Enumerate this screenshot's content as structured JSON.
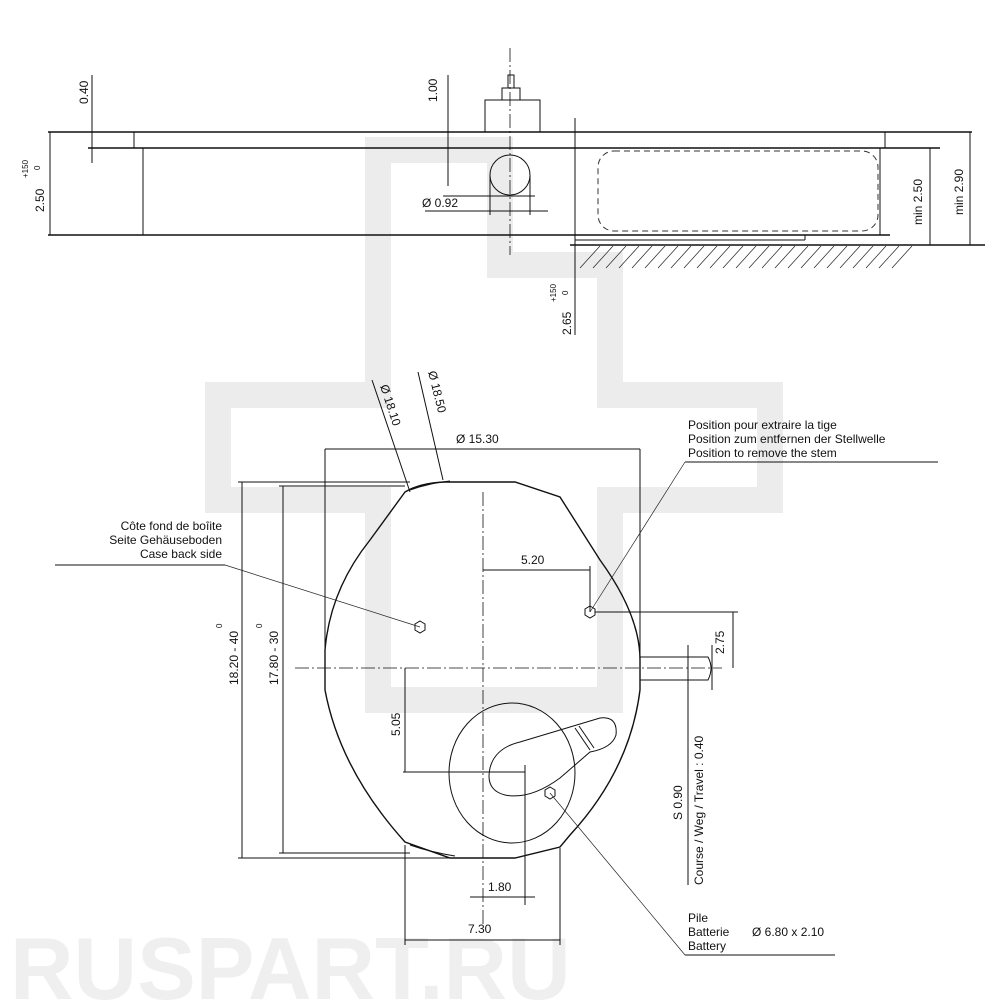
{
  "watermark": "RUSPART.RU",
  "side_view": {
    "dim_040": "0.40",
    "dim_100": "1.00",
    "dim_250": "2.50",
    "tol_plus": "+150",
    "tol_zero": "0",
    "dim_092": "Ø 0.92",
    "dim_265": "2.65",
    "dim_min250": "min 2.50",
    "dim_min290": "min 2.90"
  },
  "top_view": {
    "dim_1810": "Ø 18.10",
    "dim_1850": "Ø 18.50",
    "dim_1530": "Ø 15.30",
    "dim_1820": "18.20 - 40",
    "dim_1780": "17.80 - 30",
    "tol_zero": "0",
    "dim_520": "5.20",
    "dim_275": "2.75",
    "dim_505": "5.05",
    "dim_180": "1.80",
    "dim_730": "7.30",
    "dim_s090": "S 0.90",
    "travel": "Course / Weg / Travel : 0.40",
    "stem_label": [
      "Position pour extraire la tige",
      "Position zum entfernen der Stellwelle",
      "Position to remove the stem"
    ],
    "caseback_label": [
      "Côte fond de boîite",
      "Seite Gehäuseboden",
      "Case back side"
    ],
    "battery_label": [
      "Pile",
      "Batterie",
      "Battery"
    ],
    "battery_size": "Ø 6.80 x 2.10"
  }
}
